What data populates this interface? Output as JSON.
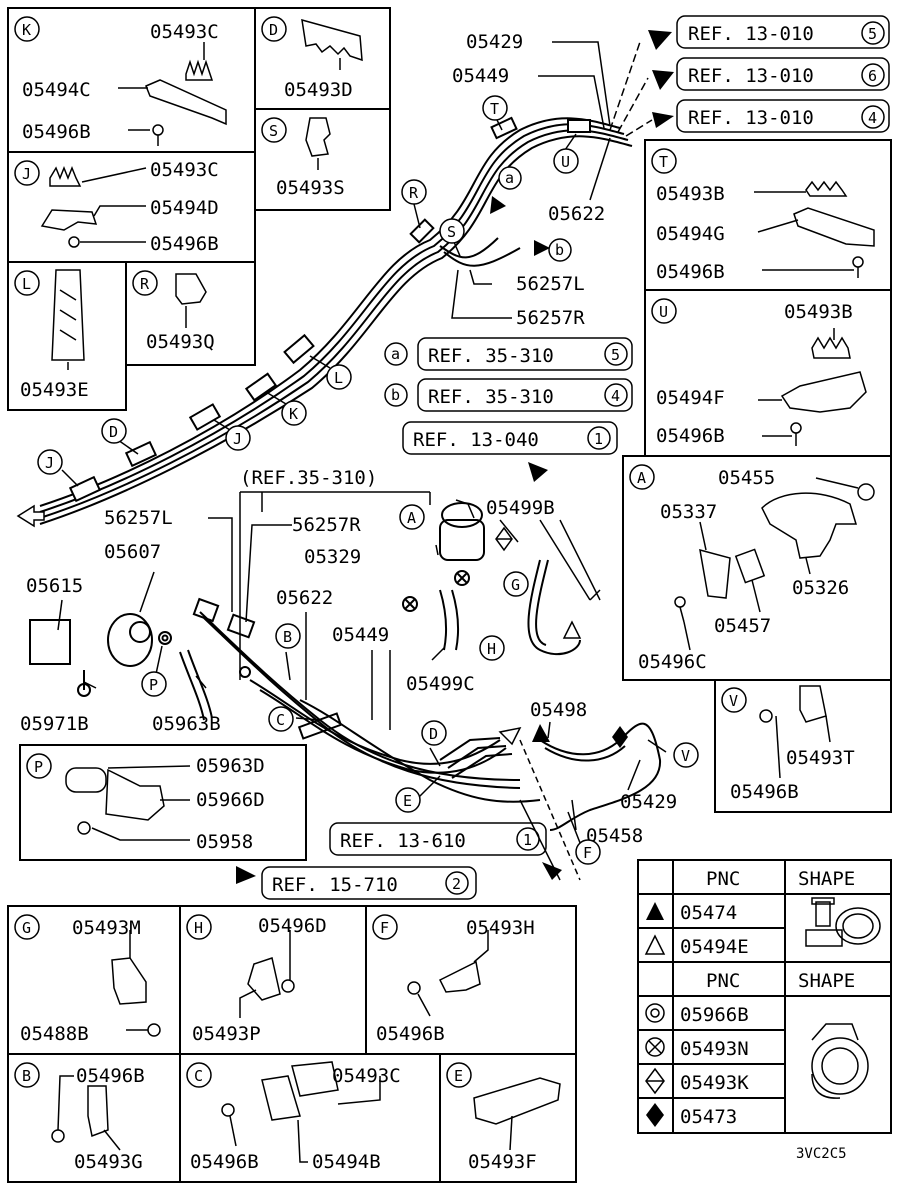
{
  "figure_code": "3VC2C5",
  "references": {
    "r1": "REF. 13-010",
    "r1_num": "5",
    "r2": "REF. 13-010",
    "r2_num": "6",
    "r3": "REF. 13-010",
    "r3_num": "4",
    "ra": "REF. 35-310",
    "ra_num": "5",
    "rb": "REF. 35-310",
    "rb_num": "4",
    "r4": "REF. 13-040",
    "r4_num": "1",
    "r5": "(REF.35-310)",
    "r6": "REF. 13-610",
    "r6_num": "1",
    "r7": "REF. 15-710",
    "r7_num": "2"
  },
  "main_labels": {
    "p05429_top": "05429",
    "p05449_top": "05449",
    "p05622_top": "05622",
    "p56257L_top": "56257L",
    "p56257R_top": "56257R",
    "p56257L_mid": "56257L",
    "p56257R_mid": "56257R",
    "p05607": "05607",
    "p05615": "05615",
    "p05329": "05329",
    "p05622_mid": "05622",
    "p05449_mid": "05449",
    "p05499B": "05499B",
    "p05499C": "05499C",
    "p05498": "05498",
    "p05429_low": "05429",
    "p05458": "05458",
    "p05971B": "05971B",
    "p05963B": "05963B"
  },
  "callouts": {
    "T": "T",
    "U": "U",
    "R": "R",
    "S": "S",
    "L": "L",
    "K": "K",
    "J": "J",
    "D": "D",
    "J2": "J",
    "a": "a",
    "b": "b",
    "A": "A",
    "B": "B",
    "C": "C",
    "G": "G",
    "H": "H",
    "P": "P",
    "D2": "D",
    "E": "E",
    "F": "F",
    "V": "V"
  },
  "insets": {
    "K": {
      "letter": "K",
      "p1": "05493C",
      "p2": "05494C",
      "p3": "05496B"
    },
    "D": {
      "letter": "D",
      "p1": "05493D"
    },
    "S": {
      "letter": "S",
      "p1": "05493S"
    },
    "J": {
      "letter": "J",
      "p1": "05493C",
      "p2": "05494D",
      "p3": "05496B"
    },
    "L": {
      "letter": "L",
      "p1": "05493E"
    },
    "R": {
      "letter": "R",
      "p1": "05493Q"
    },
    "T": {
      "letter": "T",
      "p1": "05493B",
      "p2": "05494G",
      "p3": "05496B"
    },
    "U": {
      "letter": "U",
      "p1": "05493B",
      "p2": "05494F",
      "p3": "05496B"
    },
    "A": {
      "letter": "A",
      "p1": "05455",
      "p2": "05337",
      "p3": "05326",
      "p4": "05457",
      "p5": "05496C"
    },
    "V": {
      "letter": "V",
      "p1": "05493T",
      "p2": "05496B"
    },
    "P": {
      "letter": "P",
      "p1": "05963D",
      "p2": "05966D",
      "p3": "05958"
    },
    "G": {
      "letter": "G",
      "p1": "05493M",
      "p2": "05488B"
    },
    "H": {
      "letter": "H",
      "p1": "05496D",
      "p2": "05493P"
    },
    "F": {
      "letter": "F",
      "p1": "05493H",
      "p2": "05496B"
    },
    "B": {
      "letter": "B",
      "p1": "05496B",
      "p2": "05493G"
    },
    "C": {
      "letter": "C",
      "p1": "05493C",
      "p2": "05496B",
      "p3": "05494B"
    },
    "E": {
      "letter": "E",
      "p1": "05493F"
    }
  },
  "legend": {
    "header1_pnc": "PNC",
    "header1_shape": "SHAPE",
    "header2_pnc": "PNC",
    "header2_shape": "SHAPE",
    "rows": [
      {
        "symbol": "filled-triangle",
        "pnc": "05474"
      },
      {
        "symbol": "open-triangle",
        "pnc": "05494E"
      },
      {
        "symbol": "double-circle",
        "pnc": "05966B"
      },
      {
        "symbol": "circle-x",
        "pnc": "05493N"
      },
      {
        "symbol": "diamond-line",
        "pnc": "05493K"
      },
      {
        "symbol": "filled-diamond",
        "pnc": "05473"
      }
    ]
  }
}
